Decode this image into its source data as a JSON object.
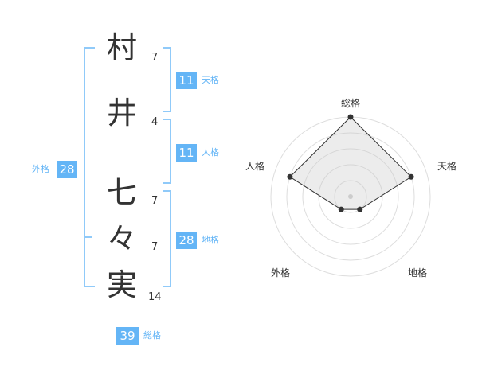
{
  "name": {
    "chars": [
      {
        "char": "村",
        "strokes": "7"
      },
      {
        "char": "井",
        "strokes": "4"
      },
      {
        "char": "七",
        "strokes": "7"
      },
      {
        "char": "々",
        "strokes": "7"
      },
      {
        "char": "実",
        "strokes": "14"
      }
    ]
  },
  "fortunes": {
    "tenkaku": {
      "value": "11",
      "label": "天格"
    },
    "jinkaku": {
      "value": "11",
      "label": "人格"
    },
    "chikaku": {
      "value": "28",
      "label": "地格"
    },
    "gaikaku": {
      "value": "28",
      "label": "外格"
    },
    "soukaku": {
      "value": "39",
      "label": "総格"
    }
  },
  "radar": {
    "axes": [
      "総格",
      "天格",
      "地格",
      "外格",
      "人格"
    ],
    "levels": 5,
    "values": [
      5,
      4,
      1,
      1,
      4
    ]
  },
  "colors": {
    "accent": "#64b5f6",
    "bracket": "#90caf9",
    "label": "#64b5f6"
  }
}
